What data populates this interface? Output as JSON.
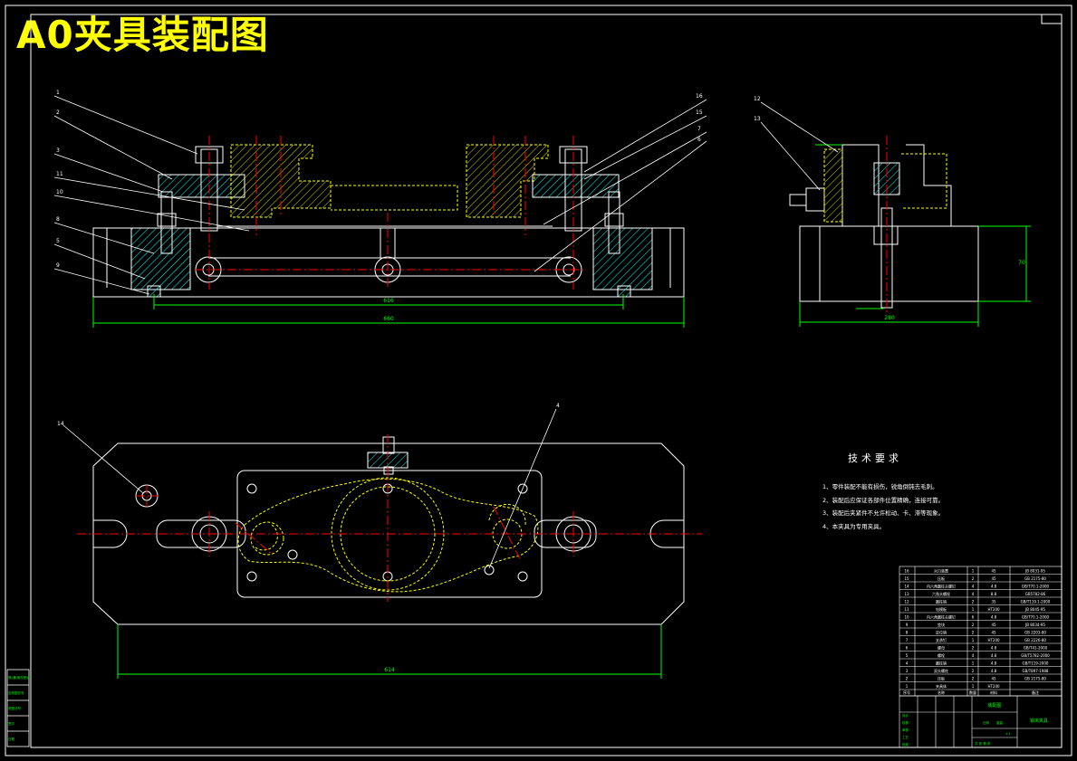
{
  "title": "A0夹具装配图",
  "tech_requirements": {
    "heading": "技术要求",
    "items": [
      "1、零件装配不能有损伤，锐角倒钝去毛刺。",
      "2、装配后应保证各部件位置精确，连接可靠。",
      "3、装配后夹紧件不允许松动、卡、滞等现象。",
      "4、本夹具为专用夹具。"
    ]
  },
  "balloons": [
    "1",
    "2",
    "3",
    "11",
    "10",
    "8",
    "5",
    "9",
    "16",
    "15",
    "7",
    "6",
    "12",
    "13",
    "14",
    "4"
  ],
  "dimensions": {
    "front_inner": "616",
    "front_overall": "660",
    "side_width": "280",
    "side_height": "70",
    "plan_length": "614"
  },
  "bom": {
    "rows": [
      {
        "no": "16",
        "name": "对刀装置",
        "qty": "1",
        "mat": "45",
        "std": "JB 8031-95"
      },
      {
        "no": "15",
        "name": "压板",
        "qty": "2",
        "mat": "45",
        "std": "GB 2175-80"
      },
      {
        "no": "14",
        "name": "内六角圆柱头螺钉",
        "qty": "4",
        "mat": "4.8",
        "std": "GB/T70.1-2000"
      },
      {
        "no": "13",
        "name": "六角头螺栓",
        "qty": "4",
        "mat": "8.8",
        "std": "GB5782-86"
      },
      {
        "no": "12",
        "name": "圆柱销",
        "qty": "2",
        "mat": "35",
        "std": "GB/T119.1-2000"
      },
      {
        "no": "11",
        "name": "钻模板",
        "qty": "1",
        "mat": "HT200",
        "std": "JB 8045-95"
      },
      {
        "no": "10",
        "name": "内六角圆柱头螺钉",
        "qty": "6",
        "mat": "4.8",
        "std": "GB/T70.1-2000"
      },
      {
        "no": "9",
        "name": "垫块",
        "qty": "2",
        "mat": "45",
        "std": "JB 8034-95"
      },
      {
        "no": "8",
        "name": "定位销",
        "qty": "2",
        "mat": "45",
        "std": "GB 2203-80"
      },
      {
        "no": "7",
        "name": "支承钉",
        "qty": "1",
        "mat": "HT200",
        "std": "GB 2226-80"
      },
      {
        "no": "6",
        "name": "螺母",
        "qty": "2",
        "mat": "4.8",
        "std": "GB/T41-2000"
      },
      {
        "no": "5",
        "name": "螺栓",
        "qty": "4",
        "mat": "4.8",
        "std": "GB/T5782-2000"
      },
      {
        "no": "4",
        "name": "圆柱销",
        "qty": "1",
        "mat": "4.8",
        "std": "GB/T119-2000"
      },
      {
        "no": "3",
        "name": "双头螺柱",
        "qty": "2",
        "mat": "4.8",
        "std": "GB/T897-1988"
      },
      {
        "no": "2",
        "name": "压板",
        "qty": "2",
        "mat": "45",
        "std": "GB 2175-80"
      },
      {
        "no": "1",
        "name": "夹具体",
        "qty": "1",
        "mat": "HT200",
        "std": ""
      }
    ],
    "header": [
      "序号",
      "名称",
      "数量",
      "材料",
      "备注"
    ]
  },
  "title_block": {
    "drawing_name": "铣床夹具",
    "label_assembly": "装配图",
    "scale_label": "比例",
    "scale": "1:1",
    "weight_label": "重量",
    "sheet_label": "共 张 第 张",
    "rows": [
      "设计",
      "校核",
      "审核",
      "工艺",
      "批准"
    ]
  },
  "left_stamp": [
    "借(通)用件登记",
    "旧底图总号",
    "底图总号",
    "签字",
    "日期"
  ],
  "colors": {
    "background": "#000000",
    "outline": "#ffffff",
    "center": "#ff0000",
    "part": "#ffff00",
    "hatch": "#00ffff",
    "dimension": "#00ff00",
    "leader": "#ffffff",
    "title": "#ffff00"
  }
}
